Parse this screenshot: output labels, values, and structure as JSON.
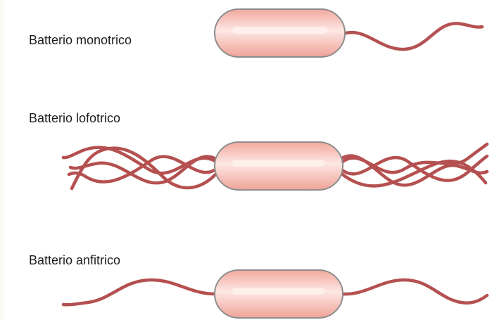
{
  "diagram": {
    "bacteria": [
      {
        "label": "Batterio monotrico"
      },
      {
        "label": "Batterio lofotrico"
      },
      {
        "label": "Batterio anfitrico"
      }
    ],
    "colors": {
      "flagellum": "#b55050",
      "cell_fill": "#f3b9b1",
      "cell_border": "#8d8d8d",
      "cell_highlight": "#fde7e3",
      "label_text": "#1d1d1d"
    }
  }
}
